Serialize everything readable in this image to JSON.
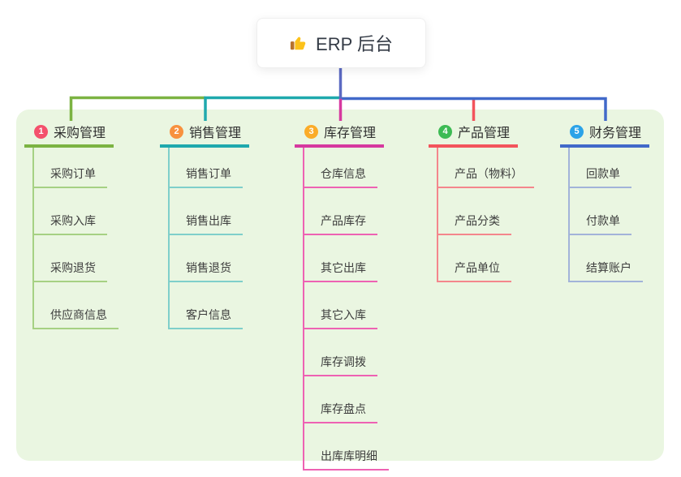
{
  "root": {
    "label": "ERP 后台",
    "icon": "thumbs-up"
  },
  "palette": {
    "canvas_bg": "#EAF6E1",
    "root_connector": "#5B69C2",
    "root_text": "#333A45",
    "thumb_yellow": "#FCC21B",
    "thumb_cuff": "#B8722C"
  },
  "branches": [
    {
      "num": "1",
      "title": "采购管理",
      "badge": "#F4516C",
      "line": "#7CB342",
      "child_line": "#A6D183",
      "children": [
        "采购订单",
        "采购入库",
        "采购退货",
        "供应商信息"
      ]
    },
    {
      "num": "2",
      "title": "销售管理",
      "badge": "#F8913E",
      "line": "#1FA9AD",
      "child_line": "#7FCFCA",
      "children": [
        "销售订单",
        "销售出库",
        "销售退货",
        "客户信息"
      ]
    },
    {
      "num": "3",
      "title": "库存管理",
      "badge": "#FBAC28",
      "line": "#D6399F",
      "child_line": "#EE62B3",
      "children": [
        "仓库信息",
        "产品库存",
        "其它出库",
        "其它入库",
        "库存调拨",
        "库存盘点",
        "出库库明细"
      ]
    },
    {
      "num": "4",
      "title": "产品管理",
      "badge": "#3DBB54",
      "line": "#F3545C",
      "child_line": "#F4868C",
      "children": [
        "产品（物料）",
        "产品分类",
        "产品单位"
      ]
    },
    {
      "num": "5",
      "title": "财务管理",
      "badge": "#2BA3E8",
      "line": "#4169C9",
      "child_line": "#A2B3D9",
      "children": [
        "回款单",
        "付款单",
        "结算账户"
      ]
    }
  ]
}
